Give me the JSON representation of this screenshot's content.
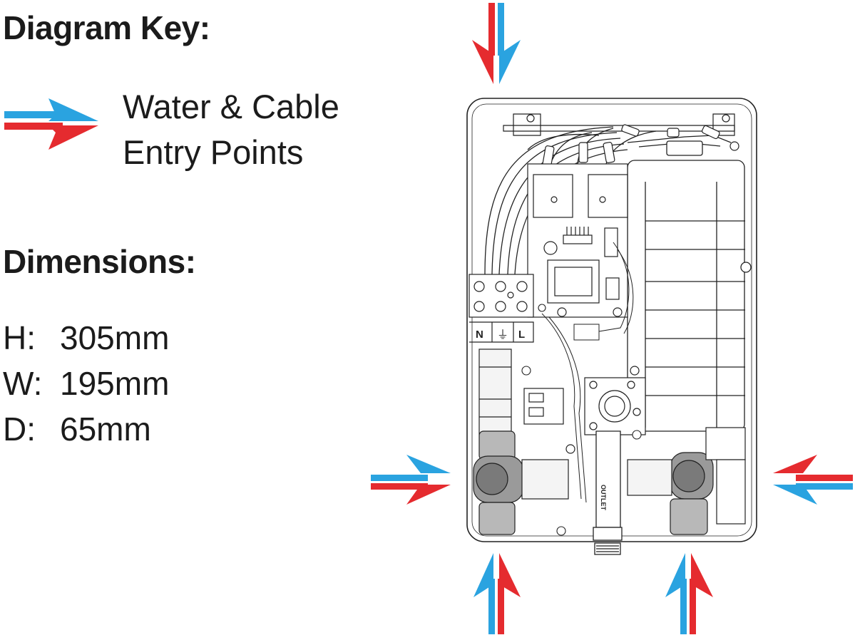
{
  "key": {
    "heading": "Diagram Key:",
    "line1": "Water & Cable",
    "line2": "Entry Points"
  },
  "dimensions": {
    "heading": "Dimensions:",
    "rows": [
      {
        "label": "H:",
        "value": "305mm"
      },
      {
        "label": "W:",
        "value": "195mm"
      },
      {
        "label": "D:",
        "value": "65mm"
      }
    ]
  },
  "terminal": {
    "neutral": "N",
    "earth": "⏚",
    "live": "L"
  },
  "outlet_label": "OUTLET",
  "colors": {
    "water_arrow": "#e52b2f",
    "cable_arrow": "#2aa3e0",
    "line": "#222222",
    "fitting_grey": "#9a9a9a"
  }
}
